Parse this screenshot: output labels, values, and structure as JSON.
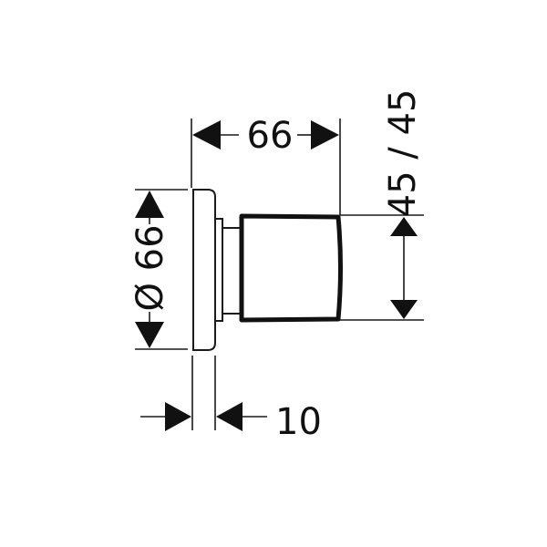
{
  "drawing": {
    "title": "Shower outlet / valve knob technical drawing",
    "units": "mm",
    "line_color": "#111111",
    "background": "#ffffff"
  },
  "dimensions": {
    "depth_total": {
      "label": "66",
      "orientation": "horizontal",
      "position": "top"
    },
    "plate_diameter": {
      "label": "Ø 66",
      "orientation": "vertical",
      "position": "left"
    },
    "knob_size": {
      "label": "45 / 45",
      "orientation": "vertical",
      "position": "right"
    },
    "plate_thickness": {
      "label": "10",
      "orientation": "horizontal",
      "position": "bottom"
    }
  }
}
